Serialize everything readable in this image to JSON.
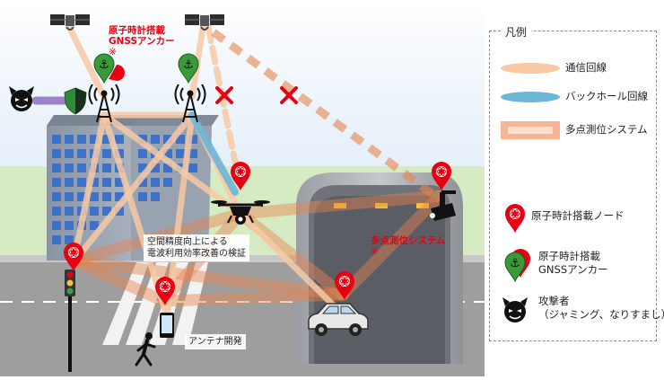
{
  "scene": {
    "anchor_label": [
      "原子時計搭載",
      "GNSSアンカー",
      "※"
    ],
    "multipoint_label": [
      "多点測位システム",
      "※"
    ],
    "verification_label": [
      "空間精度向上による",
      "電波利用効率改善の検証"
    ],
    "antenna_label": "アンテナ開発"
  },
  "legend": {
    "title": "凡例",
    "items": [
      {
        "key": "comm",
        "text": "通信回線",
        "color": "#f7c9a4"
      },
      {
        "key": "backhaul",
        "text": "バックホール回線",
        "color": "#6cb6d8"
      },
      {
        "key": "multipoint",
        "text": "多点測位システム",
        "color": "#f4a882"
      },
      {
        "key": "node",
        "text": "原子時計搭載ノード",
        "color": "#e60012"
      },
      {
        "key": "anchor",
        "text": [
          "原子時計搭載",
          "GNSSアンカー"
        ],
        "color": "#3a9a3a"
      },
      {
        "key": "attacker",
        "text": [
          "攻撃者",
          "（ジャミング、なりすまし）"
        ],
        "color": "#111111"
      }
    ]
  },
  "colors": {
    "comm": "#f7c9a4",
    "backhaul": "#6cb6d8",
    "multipoint": "#e8834e",
    "node_pin": "#e60012",
    "anchor_pin": "#3a9a3a",
    "shield": "#2e8b3a",
    "attack_beam": "#9b82c9",
    "cross": "#e60012"
  }
}
